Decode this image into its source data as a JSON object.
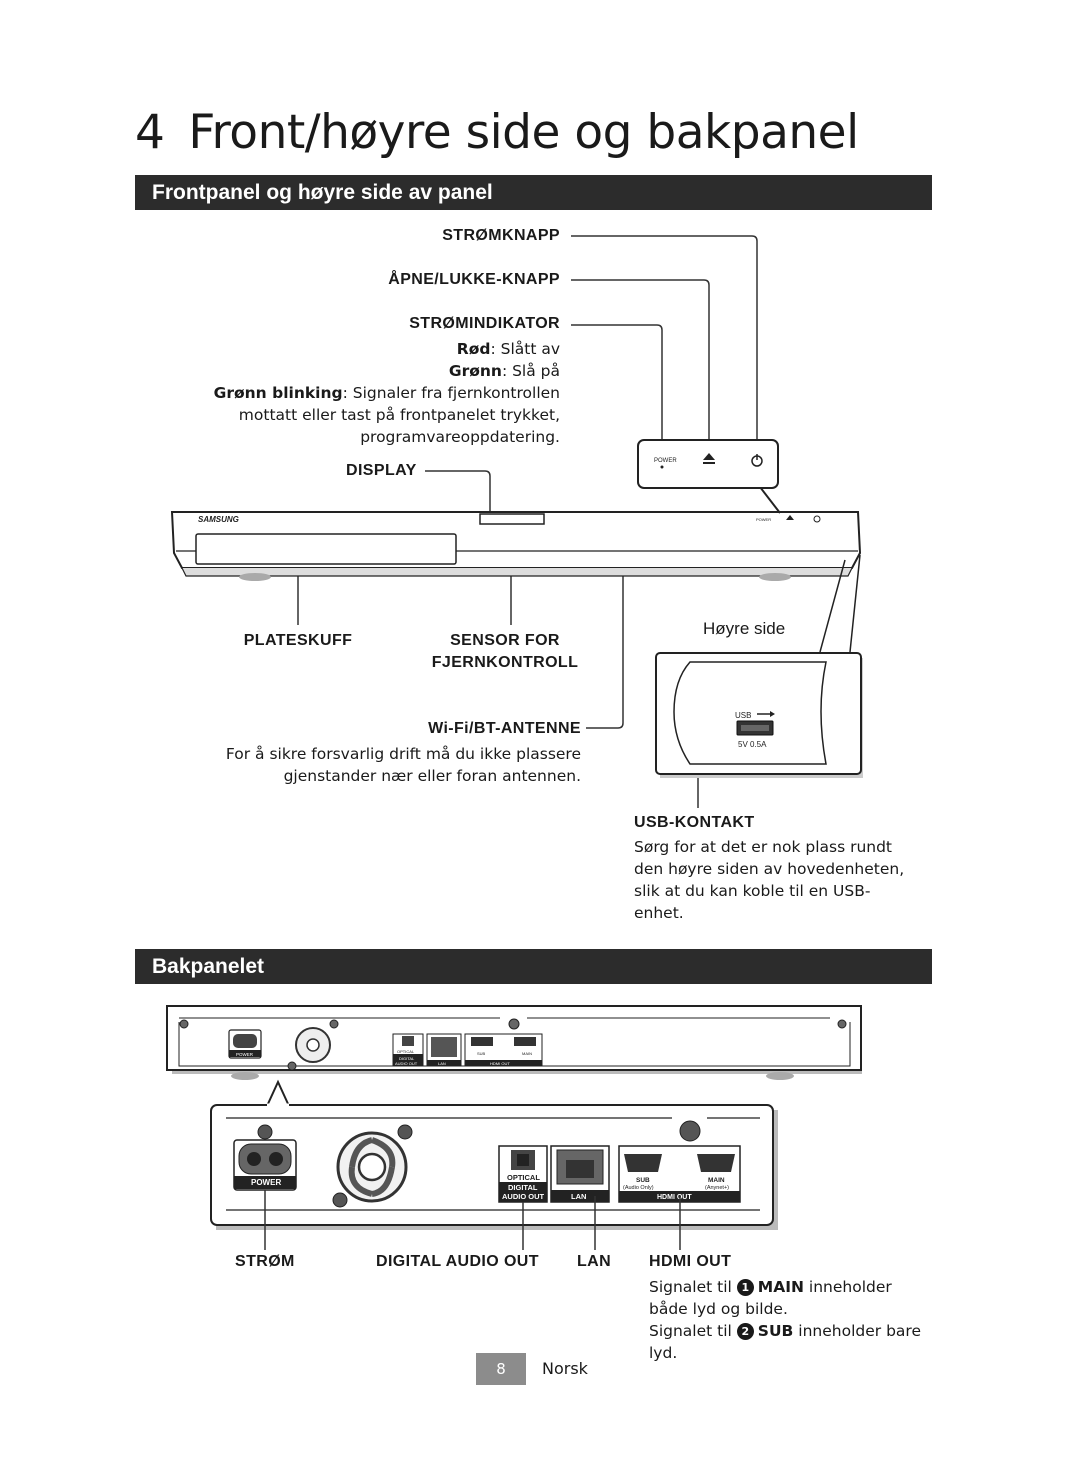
{
  "chapter": {
    "number": "4",
    "title": "Front/høyre side og bakpanel"
  },
  "sections": {
    "front": "Frontpanel og høyre side av panel",
    "rear": "Bakpanelet"
  },
  "front": {
    "power_button": "STRØMKNAPP",
    "eject_button": "ÅPNE/LUKKE-KNAPP",
    "power_indicator": "STRØMINDIKATOR",
    "ind_red_label": "Rød",
    "ind_red_text": ": Slått av",
    "ind_green_label": "Grønn",
    "ind_green_text": ": Slå på",
    "ind_blink_label": "Grønn blinking",
    "ind_blink_text": ": Signaler fra fjernkontrollen",
    "ind_blink_line2": "mottatt eller tast på frontpanelet trykket,",
    "ind_blink_line3": "programvareoppdatering.",
    "display": "DISPLAY",
    "disc_tray": "PLATESKUFF",
    "remote_sensor_1": "SENSOR FOR",
    "remote_sensor_2": "FJERNKONTROLL",
    "antenna": "Wi-Fi/BT-ANTENNE",
    "antenna_text_1": "For å sikre forsvarlig drift må du ikke plassere",
    "antenna_text_2": "gjenstander nær eller foran antennen.",
    "right_side": "Høyre side",
    "usb_port": "USB-KONTAKT",
    "usb_text_1": "Sørg for at det er nok plass rundt",
    "usb_text_2": "den høyre siden av hovedenheten,",
    "usb_text_3": "slik at du kan koble til en USB-",
    "usb_text_4": "enhet.",
    "device_brand": "SAMSUNG",
    "panel_power": "POWER",
    "usb_small": "USB",
    "usb_rating": "5V 0.5A"
  },
  "rear": {
    "power": "STRØM",
    "digital_audio_out": "DIGITAL AUDIO OUT",
    "lan": "LAN",
    "hdmi_out": "HDMI OUT",
    "hdmi_text_1_pre": "Signalet til",
    "hdmi_text_1_num": "1",
    "hdmi_text_1_bold": "MAIN",
    "hdmi_text_1_post": "inneholder",
    "hdmi_text_2": "både lyd og bilde.",
    "hdmi_text_3_pre": "Signalet til",
    "hdmi_text_3_num": "2",
    "hdmi_text_3_bold": "SUB",
    "hdmi_text_3_post": "inneholder bare",
    "hdmi_text_4": "lyd.",
    "panel_power": "POWER",
    "panel_optical": "OPTICAL",
    "panel_digital": "DIGITAL",
    "panel_audio_out": "AUDIO OUT",
    "panel_lan": "LAN",
    "panel_sub": "SUB",
    "panel_sub_note": "(Audio Only)",
    "panel_main": "MAIN",
    "panel_main_note": "(Anynet+)",
    "panel_hdmi_out": "HDMI OUT"
  },
  "footer": {
    "page_number": "8",
    "language": "Norsk"
  }
}
